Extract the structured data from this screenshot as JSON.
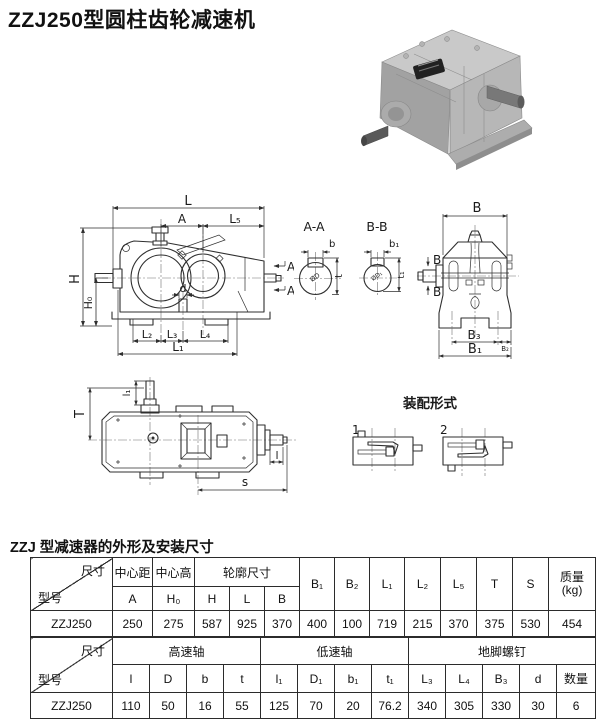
{
  "title": "ZZJ250型圆柱齿轮减速机",
  "section_heading": "ZZJ 型减速器的外形及安装尺寸",
  "drawing": {
    "side": {
      "L": "L",
      "A": "A",
      "L5": "L₅",
      "H": "H",
      "H0": "H₀",
      "L2": "L₂",
      "L3": "L₃",
      "L4": "L₄",
      "L1": "L₁",
      "d": "d",
      "sec_a_top": "A",
      "sec_a_bottom": "A"
    },
    "secAA": {
      "title": "A-A",
      "b": "b",
      "t": "t",
      "dia": "ØD"
    },
    "secBB": {
      "title": "B-B",
      "b1": "b₁",
      "t1": "t₁",
      "dia": "ØD₁"
    },
    "front": {
      "B": "B",
      "secB_top": "B",
      "secB_bottom": "B",
      "B3": "B₃",
      "B2": "B₂",
      "B1": "B₁"
    },
    "top": {
      "T": "T",
      "l1": "l₁",
      "l": "l",
      "s": "s"
    },
    "assembly": {
      "title": "装配形式",
      "n1": "1",
      "n2": "2"
    }
  },
  "table": {
    "s1": {
      "diag_top": "尺寸",
      "diag_bottom": "型号",
      "h_center_distance": "中心距",
      "h_center_height": "中心高",
      "h_outline": "轮廓尺寸",
      "sub": [
        "A",
        "H₀",
        "H",
        "L",
        "B"
      ],
      "singles": [
        "B₁",
        "B₂",
        "L₁",
        "L₂",
        "L₅",
        "T",
        "S"
      ],
      "mass1": "质量",
      "mass2": "(kg)",
      "model": "ZZJ250",
      "values": [
        "250",
        "275",
        "587",
        "925",
        "370",
        "400",
        "100",
        "719",
        "215",
        "370",
        "375",
        "530",
        "454"
      ]
    },
    "s2": {
      "diag_top": "尺寸",
      "diag_bottom": "型号",
      "g1": "高速轴",
      "g2": "低速轴",
      "g3": "地脚螺钉",
      "cols": [
        "l",
        "D",
        "b",
        "t",
        "l₁",
        "D₁",
        "b₁",
        "t₁",
        "L₃",
        "L₄",
        "B₃",
        "d",
        "数量"
      ],
      "model": "ZZJ250",
      "values": [
        "110",
        "50",
        "16",
        "55",
        "125",
        "70",
        "20",
        "76.2",
        "340",
        "305",
        "330",
        "30",
        "6"
      ]
    }
  }
}
